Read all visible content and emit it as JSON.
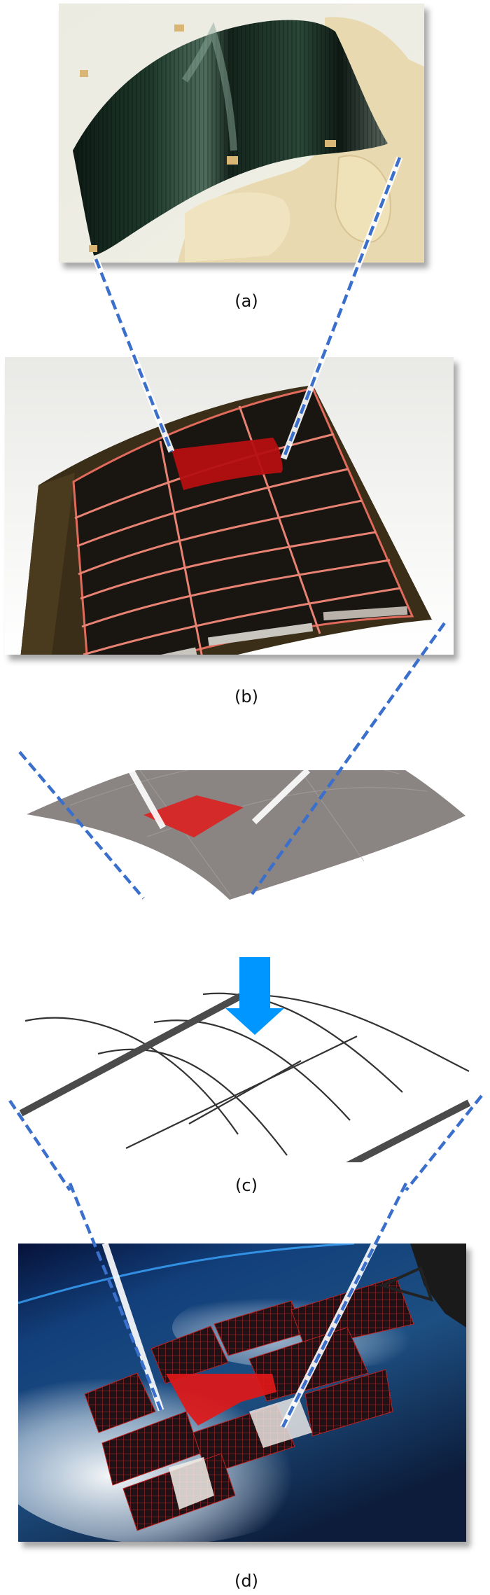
{
  "figure": {
    "panels": [
      {
        "id": "a",
        "label": "(a)",
        "subject": "flexible thin-film solar cell bent by hand"
      },
      {
        "id": "b",
        "label": "(b)",
        "subject": "flexible solar array module with one highlighted red cell"
      },
      {
        "id": "c",
        "label": "(c)",
        "subject": "curved panel model with red element and mesh with load arrow"
      },
      {
        "id": "d",
        "label": "(d)",
        "subject": "deployed solar array in orbit above Earth with highlighted red panel"
      }
    ],
    "colors": {
      "connector_dash": "#3a6fcc",
      "highlight_red": "#d42a2a",
      "load_arrow": "#0096ff",
      "shell_gray": "#8a8483",
      "mesh_line": "#3a3a3a"
    }
  }
}
